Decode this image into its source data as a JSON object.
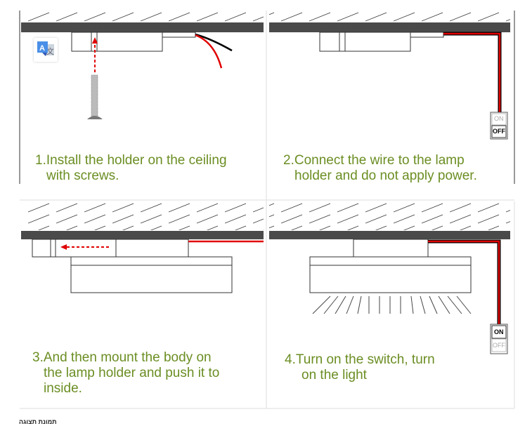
{
  "steps": [
    {
      "line1": "1.Install the holder on the ceiling",
      "line2": "with screws."
    },
    {
      "line1": "2.Connect the wire to the lamp",
      "line2": "holder and do not apply power."
    },
    {
      "line1": "3.And then mount the body on",
      "line2": "the lamp holder and push it to",
      "line3": "inside."
    },
    {
      "line1": "4.Turn on the switch, turn",
      "line2": "on the light"
    }
  ],
  "switch": {
    "on": "ON",
    "off": "OFF"
  },
  "footer": "תמונת תצוגה",
  "colors": {
    "text": "#6b8e23",
    "ceiling": "#4a4a4a",
    "wire": "#e00000"
  }
}
